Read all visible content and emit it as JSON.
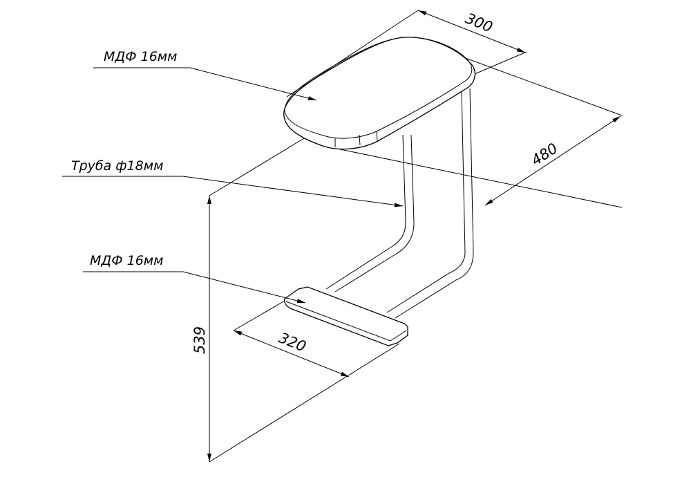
{
  "drawing": {
    "labels": {
      "seat_material": "МДФ 16мм",
      "tube": "Труба ф18мм",
      "footrest_material": "МДФ 16мм"
    },
    "dimensions": {
      "seat_width": "300",
      "depth": "480",
      "height": "539",
      "footrest_width": "320"
    }
  }
}
